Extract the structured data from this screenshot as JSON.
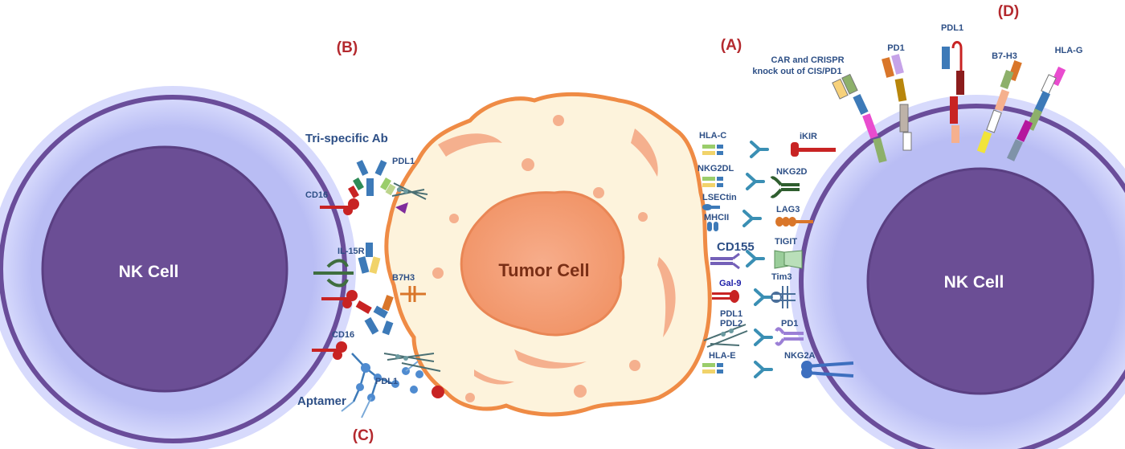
{
  "panels": {
    "a": "(A)",
    "b": "(B)",
    "c": "(C)",
    "d": "(D)"
  },
  "cells": {
    "nk_left": "NK Cell",
    "nk_right": "NK Cell",
    "tumor": "Tumor Cell"
  },
  "labels_left": {
    "trispecific": "Tri-specific Ab",
    "pdl1_top": "PDL1",
    "cd16_top": "CD16",
    "il15r": "IL-15R",
    "b7h3": "B7H3",
    "cd16_bottom": "CD16",
    "pdl1_bottom": "PDL1",
    "aptamer": "Aptamer"
  },
  "labels_right_ligands": {
    "hlac": "HLA-C",
    "nkg2dl": "NKG2DL",
    "lsectin": "LSECtin",
    "mhcii": "MHCII",
    "cd155": "CD155",
    "gal9": "Gal-9",
    "pdl1": "PDL1",
    "pdl2": "PDL2",
    "hlae": "HLA-E"
  },
  "labels_right_receptors": {
    "ikir": "iKIR",
    "nkg2d": "NKG2D",
    "lag3": "LAG3",
    "tigit": "TIGIT",
    "tim3": "Tim3",
    "pd1": "PD1",
    "nkg2a": "NKG2A"
  },
  "labels_top": {
    "car_line1": "CAR and CRISPR",
    "car_line2": "knock out of CIS/PD1",
    "pd1": "PD1",
    "pdl1": "PDL1",
    "b7h3": "B7-H3",
    "hlag": "HLA-G"
  },
  "colors": {
    "nk_outer": "#b9bdf4",
    "nk_ring": "#6a4d9a",
    "nk_nucleus": "#6b4e95",
    "tumor_body": "#fdf3dc",
    "tumor_border": "#ef8b45",
    "tumor_nucleus": "#f6a27c",
    "panel_label": "#b4292e",
    "label_blue": "#2d4f86"
  }
}
